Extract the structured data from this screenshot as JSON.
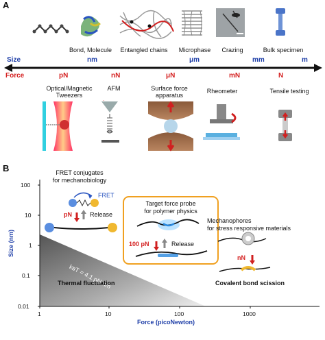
{
  "panel_a": {
    "letter": "A",
    "size_label": "Size",
    "force_label": "Force",
    "size_units": [
      "nm",
      "μm",
      "mm",
      "m"
    ],
    "force_units": [
      "pN",
      "nN",
      "μN",
      "mN",
      "N"
    ],
    "top_items": [
      "Bond, Molecule",
      "Entangled chains",
      "Microphase",
      "Crazing",
      "Bulk specimen"
    ],
    "techniques": [
      "Optical/Magnetic\nTweezers",
      "AFM",
      "Surface force\napparatus",
      "Rheometer",
      "Tensile testing"
    ],
    "colors": {
      "size": "#1f3fa8",
      "force": "#d42020"
    }
  },
  "panel_b": {
    "letter": "B",
    "fret_title_1": "FRET conjugates",
    "fret_title_2": "for mechanobiology",
    "fret_label": "FRET",
    "fret_force": "pN",
    "fret_release": "Release",
    "probe_title_1": "Target force probe",
    "probe_title_2": "for polymer physics",
    "probe_force": "100 pN",
    "probe_release": "Release",
    "mech_title_1": "Mechanophores",
    "mech_title_2": "for stress responsive materials",
    "mech_force": "nN",
    "kbt": "kʙT = 4.1 pN nm",
    "thermal": "Thermal fluctuation",
    "covalent": "Covalent bond scission",
    "xlabel": "Force (picoNewton)",
    "ylabel": "Size (nm)",
    "x_ticks": [
      "1",
      "10",
      "100",
      "1000"
    ],
    "y_ticks": [
      "100",
      "10",
      "1",
      "0.1",
      "0.01"
    ],
    "colors": {
      "accent": "#f0a020",
      "axis_label": "#1f3fa8"
    }
  }
}
